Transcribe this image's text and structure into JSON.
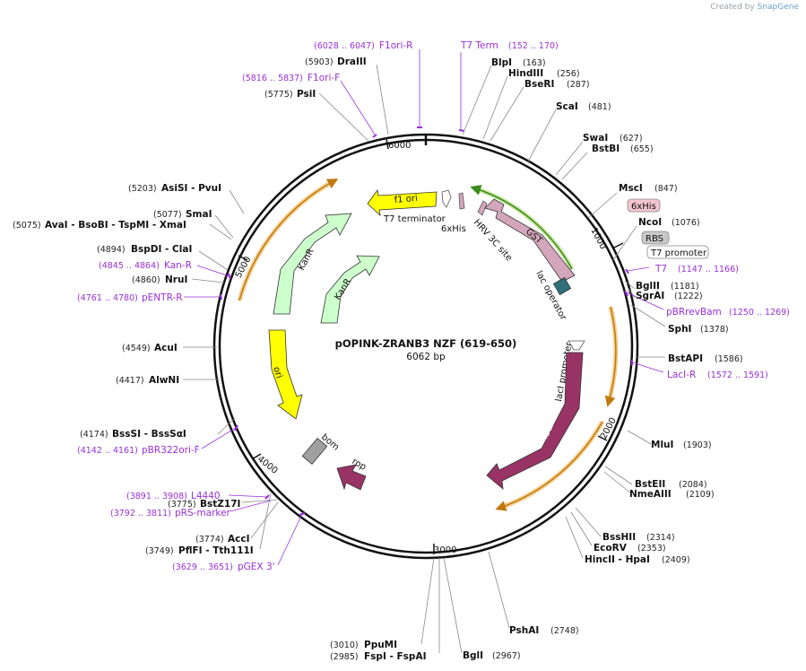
{
  "credit": {
    "prefix": "Created by",
    "brand": "SnapGene"
  },
  "plasmid": {
    "name": "pOPINK-ZRANB3 NZF (619-650)",
    "size": "6062 bp"
  },
  "ticks": [
    "1000",
    "2000",
    "3000",
    "4000",
    "5000",
    "6000"
  ],
  "enzymes": [
    {
      "name": "BlpI",
      "pos": "(163)"
    },
    {
      "name": "HindIII",
      "pos": "(256)"
    },
    {
      "name": "BseRI",
      "pos": "(287)"
    },
    {
      "name": "ScaI",
      "pos": "(481)"
    },
    {
      "name": "SwaI",
      "pos": "(627)"
    },
    {
      "name": "BstBI",
      "pos": "(655)"
    },
    {
      "name": "MscI",
      "pos": "(847)"
    },
    {
      "name": "NcoI",
      "pos": "(1076)"
    },
    {
      "name": "BglII",
      "pos": "(1181)"
    },
    {
      "name": "SgrAI",
      "pos": "(1222)"
    },
    {
      "name": "SphI",
      "pos": "(1378)"
    },
    {
      "name": "BstAPI",
      "pos": "(1586)"
    },
    {
      "name": "MluI",
      "pos": "(1903)"
    },
    {
      "name": "BstEII",
      "pos": "(2084)"
    },
    {
      "name": "NmeAIII",
      "pos": "(2109)"
    },
    {
      "name": "BssHII",
      "pos": "(2314)"
    },
    {
      "name": "EcoRV",
      "pos": "(2353)"
    },
    {
      "name": "HincII - HpaI",
      "pos": "(2409)"
    },
    {
      "name": "PshAI",
      "pos": "(2748)"
    },
    {
      "name": "BglI",
      "pos": "(2967)"
    },
    {
      "name": "PpuMI",
      "pos": "(3010)"
    },
    {
      "name": "FspI - FspAI",
      "pos": "(2985)"
    },
    {
      "name": "BstZ17I",
      "pos": "(3775)"
    },
    {
      "name": "AccI",
      "pos": "(3774)"
    },
    {
      "name": "PflFI - Tth111I",
      "pos": "(3749)"
    },
    {
      "name": "BssSI - BssSαI",
      "pos": "(4174)"
    },
    {
      "name": "AlwNI",
      "pos": "(4417)"
    },
    {
      "name": "AcuI",
      "pos": "(4549)"
    },
    {
      "name": "NruI",
      "pos": "(4860)"
    },
    {
      "name": "BspDI - ClaI",
      "pos": "(4894)"
    },
    {
      "name": "AvaI - BsoBI - TspMI - XmaI",
      "pos": "(5075)"
    },
    {
      "name": "SmaI",
      "pos": "(5077)"
    },
    {
      "name": "AsiSI - PvuI",
      "pos": "(5203)"
    },
    {
      "name": "PsiI",
      "pos": "(5775)"
    },
    {
      "name": "DraIII",
      "pos": "(5903)"
    }
  ],
  "primers": [
    {
      "name": "T7 Term",
      "pos": "(152 .. 170)"
    },
    {
      "name": "F1ori-R",
      "pos": "(6028 .. 6047)"
    },
    {
      "name": "F1ori-F",
      "pos": "(5816 .. 5837)"
    },
    {
      "name": "T7",
      "pos": "(1147 .. 1166)"
    },
    {
      "name": "pBRrevBam",
      "pos": "(1250 .. 1269)"
    },
    {
      "name": "LacI-R",
      "pos": "(1572 .. 1591)"
    },
    {
      "name": "L4440",
      "pos": "(3891 .. 3908)"
    },
    {
      "name": "pRS-marker",
      "pos": "(3792 .. 3811)"
    },
    {
      "name": "pGEX 3'",
      "pos": "(3629 .. 3651)"
    },
    {
      "name": "pBR322ori-F",
      "pos": "(4142 .. 4161)"
    },
    {
      "name": "pENTR-R",
      "pos": "(4761 .. 4780)"
    },
    {
      "name": "Kan-R",
      "pos": "(4845 .. 4864)"
    }
  ],
  "badges": [
    {
      "name": "6xHis",
      "fill": "#f2c4d0"
    },
    {
      "name": "RBS",
      "fill": "#c8c8c8"
    },
    {
      "name": "T7 promoter",
      "fill": "#ffffff"
    }
  ],
  "features": {
    "f1ori": "f1 ori",
    "t7term": "T7 terminator",
    "his": "6xHis",
    "hrv": "HRV 3C site",
    "gst": "GST",
    "lacop": "lac operator",
    "lacprom": "lacI promoter",
    "laci": "lacI",
    "kanr_outer": "KanR",
    "kanr_inner": "KanR",
    "ori": "ori",
    "bom": "bom",
    "rop": "rop"
  },
  "colors": {
    "f1ori": "#ffff00",
    "kanr": "#ccffcc",
    "gst": "#d4a6bb",
    "laci": "#993366",
    "rop": "#993366",
    "bom": "#a0a0a0",
    "orange_track": "#e8a033",
    "green_track": "#66aa33",
    "primer": "#9a30d8"
  }
}
